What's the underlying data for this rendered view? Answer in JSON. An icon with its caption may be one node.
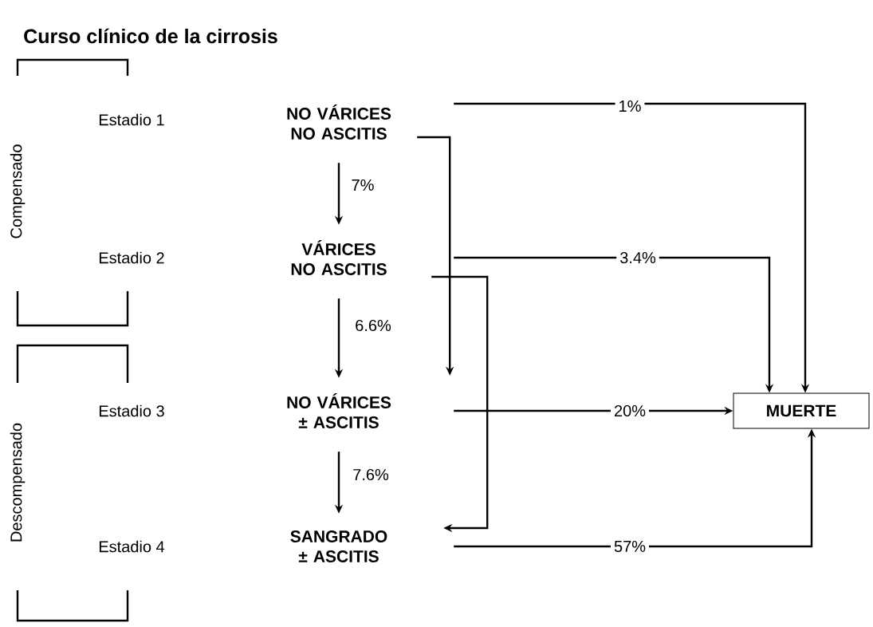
{
  "diagram": {
    "title": "Curso clínico de la cirrosis",
    "nodes": [
      {
        "text": [
          "NO VÁRICES NO ASCITIS"
        ]
      },
      {
        "text": [
          "VÁRICES NO ASCITIS"
        ]
      },
      {
        "text": [
          "NO VÁRICES ± ASCITIS"
        ]
      },
      {
        "text": [
          "SANGRADO ± ASCITIS"
        ]
      },
      {
        "text": [
          "MUERTE"
        ]
      }
    ],
    "edges": [
      {
        "from": 0,
        "to": 1,
        "arrow": "to",
        "label": "7%"
      },
      {
        "from": 1,
        "to": 2,
        "arrow": "to",
        "label": "6.6%"
      },
      {
        "from": 2,
        "to": 3,
        "arrow": "to",
        "label": "7.6%"
      },
      {
        "from": 0,
        "to": 4,
        "arrow": "to",
        "label": "1%"
      },
      {
        "from": 0,
        "to": 2,
        "arrow": "to"
      },
      {
        "from": 1,
        "to": 4,
        "arrow": "to",
        "label": "3.4%"
      },
      {
        "from": 1,
        "to": 3,
        "arrow": "to"
      },
      {
        "from": 2,
        "to": 4,
        "arrow": "to",
        "label": "20%"
      },
      {
        "from": 3,
        "to": 4,
        "arrow": "to",
        "label": "57%"
      }
    ],
    "labels": [
      "Compensado",
      "Estadio 1",
      "Estadio 2",
      "Descompensado",
      "Estadio 3",
      "Estadio 4"
    ]
  }
}
